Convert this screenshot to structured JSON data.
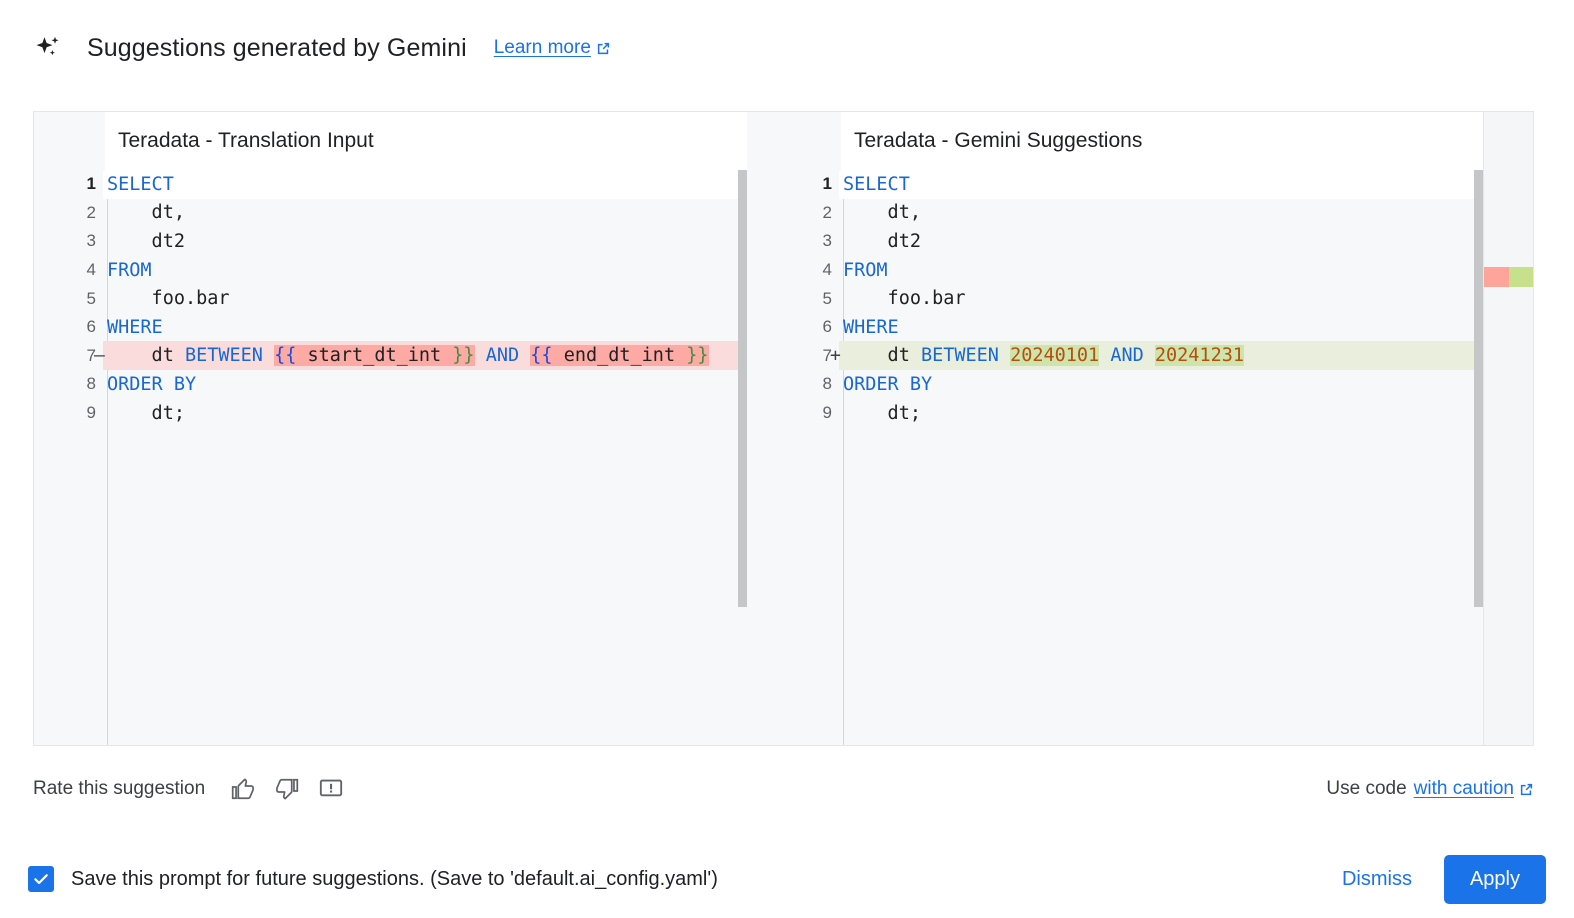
{
  "header": {
    "sparkle_icon": "sparkle-icon",
    "title": "Suggestions generated by Gemini",
    "learn_more": "Learn more",
    "external_icon": "external-link-icon"
  },
  "diff": {
    "left": {
      "title": "Teradata - Translation Input",
      "lines": [
        {
          "n": "1",
          "mark": "",
          "type": "current",
          "tokens": [
            {
              "t": "SELECT",
              "c": "kw"
            }
          ]
        },
        {
          "n": "2",
          "mark": "",
          "type": "normal",
          "tokens": [
            {
              "t": "    dt,",
              "c": "id"
            }
          ]
        },
        {
          "n": "3",
          "mark": "",
          "type": "normal",
          "tokens": [
            {
              "t": "    dt2",
              "c": "id"
            }
          ]
        },
        {
          "n": "4",
          "mark": "",
          "type": "normal",
          "tokens": [
            {
              "t": "FROM",
              "c": "kw"
            }
          ]
        },
        {
          "n": "5",
          "mark": "",
          "type": "normal",
          "tokens": [
            {
              "t": "    foo.bar",
              "c": "id"
            }
          ]
        },
        {
          "n": "6",
          "mark": "",
          "type": "normal",
          "tokens": [
            {
              "t": "WHERE",
              "c": "kw"
            }
          ]
        },
        {
          "n": "7",
          "mark": "–",
          "type": "del",
          "tokens": [
            {
              "t": "    dt ",
              "c": "id"
            },
            {
              "t": "BETWEEN",
              "c": "kw"
            },
            {
              "t": " ",
              "c": "id"
            },
            {
              "t": "{{",
              "c": "brace-b hl-del"
            },
            {
              "t": " start_dt_int ",
              "c": "id hl-del"
            },
            {
              "t": "}}",
              "c": "brace-g hl-del"
            },
            {
              "t": " ",
              "c": "id"
            },
            {
              "t": "AND",
              "c": "kw"
            },
            {
              "t": " ",
              "c": "id"
            },
            {
              "t": "{{",
              "c": "brace-b hl-del"
            },
            {
              "t": " end_dt_int ",
              "c": "id hl-del"
            },
            {
              "t": "}}",
              "c": "brace-g hl-del"
            }
          ]
        },
        {
          "n": "8",
          "mark": "",
          "type": "normal",
          "tokens": [
            {
              "t": "ORDER BY",
              "c": "kw"
            }
          ]
        },
        {
          "n": "9",
          "mark": "",
          "type": "normal",
          "tokens": [
            {
              "t": "    dt;",
              "c": "id"
            }
          ]
        }
      ]
    },
    "right": {
      "title": "Teradata - Gemini Suggestions",
      "lines": [
        {
          "n": "1",
          "mark": "",
          "type": "current",
          "tokens": [
            {
              "t": "SELECT",
              "c": "kw"
            }
          ]
        },
        {
          "n": "2",
          "mark": "",
          "type": "normal",
          "tokens": [
            {
              "t": "    dt,",
              "c": "id"
            }
          ]
        },
        {
          "n": "3",
          "mark": "",
          "type": "normal",
          "tokens": [
            {
              "t": "    dt2",
              "c": "id"
            }
          ]
        },
        {
          "n": "4",
          "mark": "",
          "type": "normal",
          "tokens": [
            {
              "t": "FROM",
              "c": "kw"
            }
          ]
        },
        {
          "n": "5",
          "mark": "",
          "type": "normal",
          "tokens": [
            {
              "t": "    foo.bar",
              "c": "id"
            }
          ]
        },
        {
          "n": "6",
          "mark": "",
          "type": "normal",
          "tokens": [
            {
              "t": "WHERE",
              "c": "kw"
            }
          ]
        },
        {
          "n": "7",
          "mark": "+",
          "type": "ins",
          "tokens": [
            {
              "t": "    dt ",
              "c": "id"
            },
            {
              "t": "BETWEEN",
              "c": "kw"
            },
            {
              "t": " ",
              "c": "id"
            },
            {
              "t": "20240101",
              "c": "num hl-ins"
            },
            {
              "t": " ",
              "c": "id"
            },
            {
              "t": "AND",
              "c": "kw"
            },
            {
              "t": " ",
              "c": "id"
            },
            {
              "t": "20241231",
              "c": "num hl-ins"
            }
          ]
        },
        {
          "n": "8",
          "mark": "",
          "type": "normal",
          "tokens": [
            {
              "t": "ORDER BY",
              "c": "kw"
            }
          ]
        },
        {
          "n": "9",
          "mark": "",
          "type": "normal",
          "tokens": [
            {
              "t": "    dt;",
              "c": "id"
            }
          ]
        }
      ]
    }
  },
  "feedback": {
    "rate_label": "Rate this suggestion",
    "thumb_up_icon": "thumb-up-icon",
    "thumb_down_icon": "thumb-down-icon",
    "report_icon": "report-feedback-icon",
    "caution_prefix": "Use code",
    "caution_link": "with caution",
    "caution_external_icon": "external-link-icon"
  },
  "footer": {
    "checkbox_checked": true,
    "save_label": "Save this prompt for future suggestions. (Save to 'default.ai_config.yaml')",
    "dismiss_label": "Dismiss",
    "apply_label": "Apply"
  },
  "colors": {
    "accent": "#1a73e8",
    "link": "#1a73e8",
    "keyword": "#1967d2",
    "number": "#b3500b",
    "diff_del_line": "#fbdcdc",
    "diff_del_token": "#fdaaa4",
    "diff_ins_line": "#e9eedd",
    "diff_ins_token": "#cfe3ac",
    "ruler_del": "#ffa49b",
    "ruler_ins": "#c6e08c"
  }
}
